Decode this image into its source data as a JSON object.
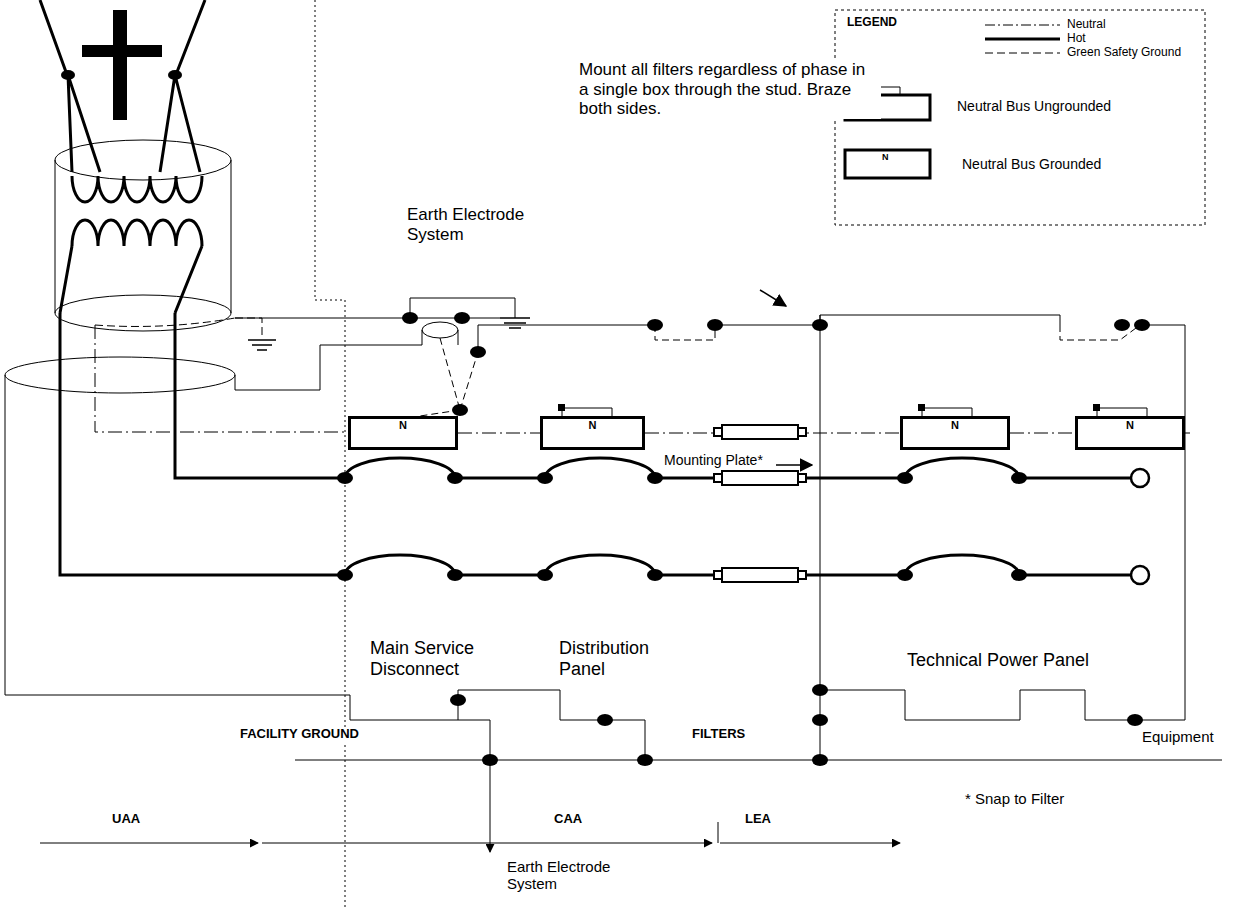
{
  "diagram": {
    "nodes": [
      {
        "text": [
          "N"
        ]
      },
      {
        "text": [
          "N"
        ]
      },
      {
        "text": [
          "N"
        ]
      },
      {
        "text": [
          "N"
        ]
      }
    ],
    "edges": [
      {
        "from": 0,
        "to": 1,
        "arrow": "none"
      },
      {
        "from": 1,
        "to": 2,
        "arrow": "none"
      },
      {
        "from": 2,
        "to": 3,
        "arrow": "none"
      }
    ],
    "labels": [
      "Earth Electrode System",
      "Mount all filters regardless of phase in a single box through the stud. Braze both sides.",
      "Mounting Plate*",
      "Main Service Disconnect",
      "Distribution Panel",
      "Technical Power Panel",
      "FACILITY GROUND",
      "FILTERS",
      "Equipment",
      "* Snap to Filter",
      "UAA",
      "CAA",
      "LEA",
      "Earth Electrode System",
      "LEGEND",
      "N"
    ],
    "legend": [
      {
        "text": "Neutral"
      },
      {
        "text": "Hot"
      },
      {
        "text": "Green Safety Ground"
      },
      {
        "text": "Neutral Bus Ungrounded"
      },
      {
        "text": "Neutral Bus Grounded"
      }
    ]
  }
}
